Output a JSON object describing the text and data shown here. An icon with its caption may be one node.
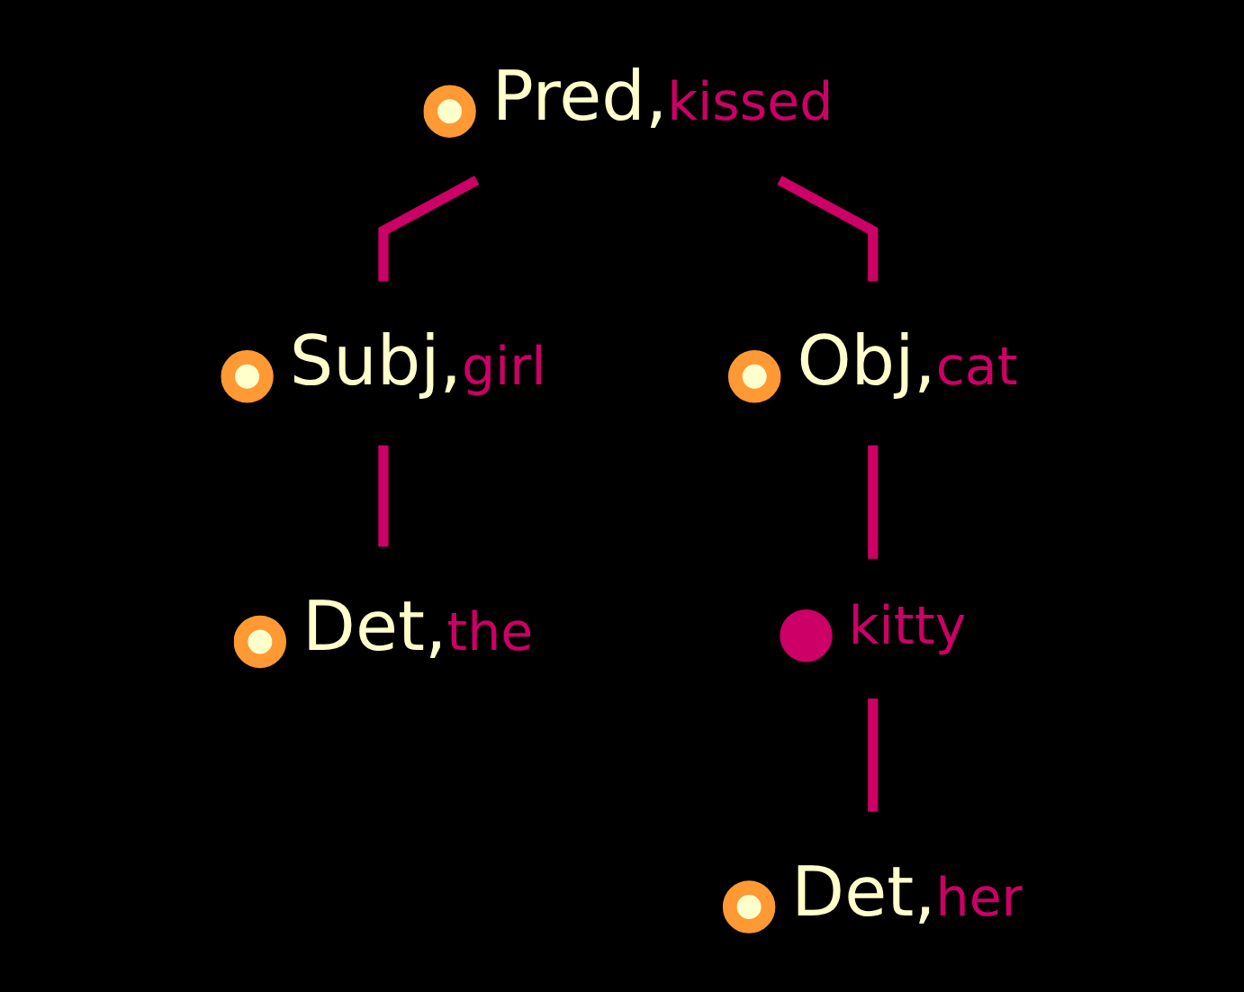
{
  "diagram": {
    "nodes": [
      {
        "text": [],
        "shape": "circle",
        "beside": [
          "Pred,",
          "kissed"
        ]
      },
      {
        "text": [],
        "shape": "circle",
        "beside": [
          "Subj,",
          "girl"
        ]
      },
      {
        "text": [],
        "shape": "circle",
        "beside": [
          "Obj,",
          "cat"
        ]
      },
      {
        "text": [],
        "shape": "circle",
        "beside": [
          "Det,",
          "the"
        ]
      },
      {
        "text": [],
        "shape": "circle",
        "beside": [
          "kitty"
        ]
      },
      {
        "text": [],
        "shape": "circle",
        "beside": [
          "Det,",
          "her"
        ]
      }
    ],
    "edges": [
      {
        "from": 0,
        "to": 1,
        "arrow": "none"
      },
      {
        "from": 0,
        "to": 2,
        "arrow": "none"
      },
      {
        "from": 1,
        "to": 3,
        "arrow": "none"
      },
      {
        "from": 2,
        "to": 4,
        "arrow": "none"
      },
      {
        "from": 4,
        "to": 5,
        "arrow": "none"
      }
    ]
  }
}
